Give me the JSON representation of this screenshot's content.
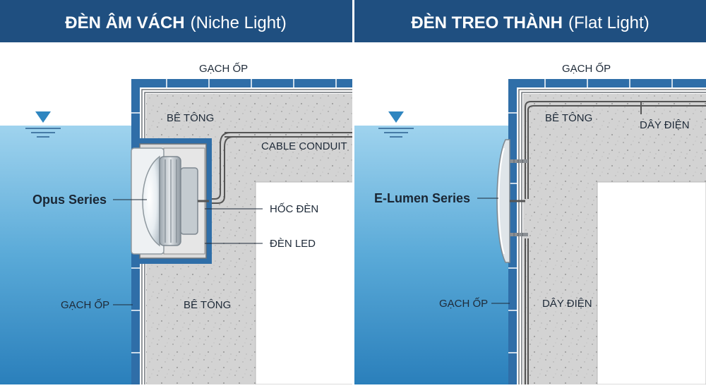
{
  "colors": {
    "header_bg": "#1f4f80",
    "water_top": "#8ec9e8",
    "water_bottom": "#2f86c0",
    "tile": "#2f6ea8",
    "concrete": "#d4d4d4",
    "leader": "#1e2a38"
  },
  "left": {
    "title_main": "ĐÈN ÂM VÁCH",
    "title_sub": "(Niche Light)",
    "labels": {
      "tile_top": "GẠCH ỐP",
      "concrete_top": "BÊ TÔNG",
      "conduit": "CABLE CONDUIT",
      "product": "Opus Series",
      "niche": "HỐC ĐÈN",
      "led": "ĐÈN LED",
      "tile_side": "GẠCH ỐP",
      "concrete_bottom": "BÊ TÔNG"
    }
  },
  "right": {
    "title_main": "ĐÈN TREO THÀNH",
    "title_sub": "(Flat Light)",
    "labels": {
      "tile_top": "GẠCH ỐP",
      "concrete_top": "BÊ TÔNG",
      "wire_top": "DÂY ĐIỆN",
      "product": "E-Lumen Series",
      "tile_side": "GẠCH ỐP",
      "wire_bottom": "DÂY ĐIỆN"
    }
  },
  "icons": {
    "water_level": "water-level-icon"
  }
}
